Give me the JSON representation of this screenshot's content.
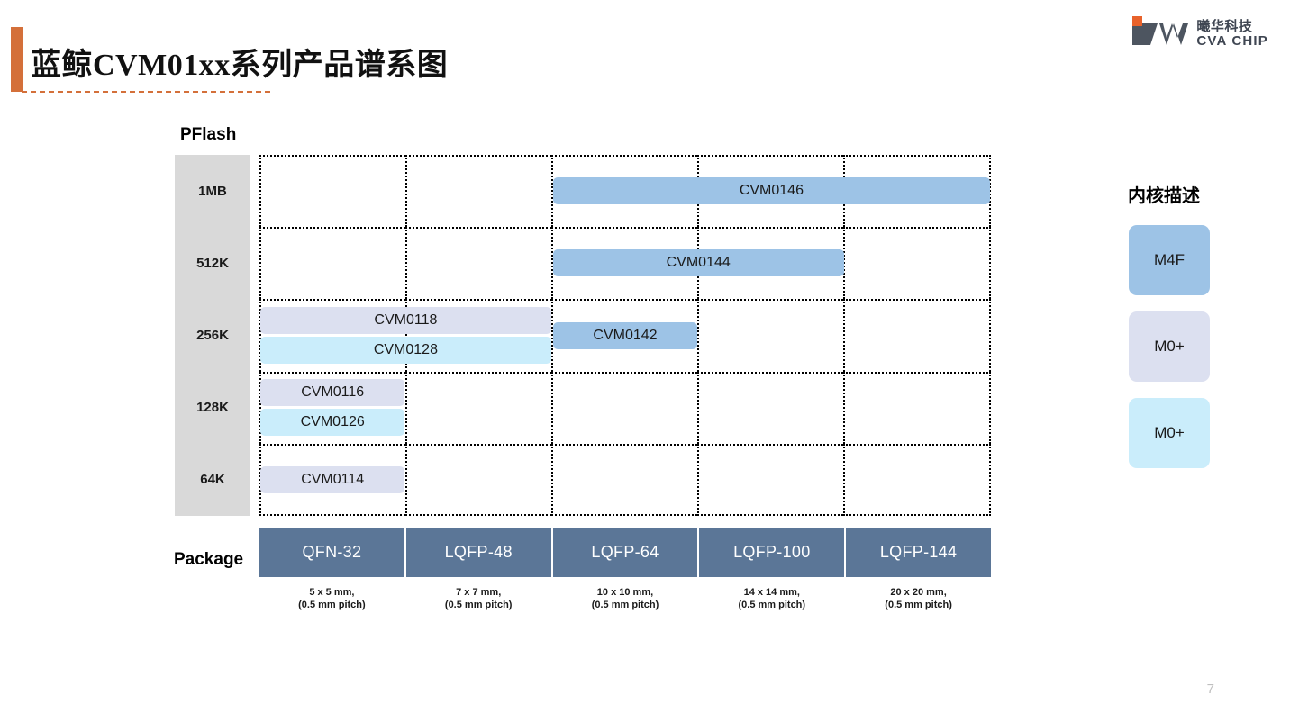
{
  "header": {
    "title": "蓝鲸CVM01xx系列产品谱系图",
    "accent_color": "#D4703A",
    "logo": {
      "name_cn": "曦华科技",
      "name_en": "CVA CHIP",
      "mark_color": "#4D5560",
      "accent_square_color": "#E8622B"
    }
  },
  "chart_data": {
    "type": "table",
    "title": "蓝鲸CVM01xx系列产品谱系图",
    "xlabel": "Package",
    "ylabel": "PFlash",
    "categories": [
      "QFN-32",
      "LQFP-48",
      "LQFP-64",
      "LQFP-100",
      "LQFP-144"
    ],
    "y_categories": [
      "1MB",
      "512K",
      "256K",
      "128K",
      "64K"
    ],
    "grid": "dotted",
    "legend_position": "right",
    "items": [
      {
        "label": "CVM0146",
        "flash": "1MB",
        "col_start": 3,
        "col_end": 5,
        "core": "M4F",
        "color": "#9DC3E6",
        "row": 0,
        "offset": 0
      },
      {
        "label": "CVM0144",
        "flash": "512K",
        "col_start": 3,
        "col_end": 4,
        "core": "M4F",
        "color": "#9DC3E6",
        "row": 1,
        "offset": 0
      },
      {
        "label": "CVM0118",
        "flash": "256K",
        "col_start": 1,
        "col_end": 2,
        "core": "M0+",
        "color": "#DCE0F0",
        "row": 2,
        "offset": -17
      },
      {
        "label": "CVM0128",
        "flash": "256K",
        "col_start": 1,
        "col_end": 2,
        "core": "M0+",
        "color": "#CAEDFB",
        "row": 2,
        "offset": 16
      },
      {
        "label": "CVM0142",
        "flash": "256K",
        "col_start": 3,
        "col_end": 3,
        "core": "M4F",
        "color": "#9DC3E6",
        "row": 2,
        "offset": 0
      },
      {
        "label": "CVM0116",
        "flash": "128K",
        "col_start": 1,
        "col_end": 1,
        "core": "M0+",
        "color": "#DCE0F0",
        "row": 3,
        "offset": -17
      },
      {
        "label": "CVM0126",
        "flash": "128K",
        "col_start": 1,
        "col_end": 1,
        "core": "M0+",
        "color": "#CAEDFB",
        "row": 3,
        "offset": 16
      },
      {
        "label": "CVM0114",
        "flash": "64K",
        "col_start": 1,
        "col_end": 1,
        "core": "M0+",
        "color": "#DCE0F0",
        "row": 4,
        "offset": 0
      }
    ]
  },
  "axis": {
    "pflash_label": "PFlash",
    "pflash_ticks": [
      "1MB",
      "512K",
      "256K",
      "128K",
      "64K"
    ],
    "package_label": "Package",
    "packages": [
      {
        "name": "QFN-32",
        "dim_line1": "5 x 5 mm,",
        "dim_line2": "(0.5 mm pitch)"
      },
      {
        "name": "LQFP-48",
        "dim_line1": "7 x 7 mm,",
        "dim_line2": "(0.5 mm pitch)"
      },
      {
        "name": "LQFP-64",
        "dim_line1": "10 x 10 mm,",
        "dim_line2": "(0.5 mm pitch)"
      },
      {
        "name": "LQFP-100",
        "dim_line1": "14 x 14 mm,",
        "dim_line2": "(0.5 mm pitch)"
      },
      {
        "name": "LQFP-144",
        "dim_line1": "20 x 20 mm,",
        "dim_line2": "(0.5 mm pitch)"
      }
    ],
    "scale_color": "#D9D9D9",
    "package_cell_color": "#5B7697"
  },
  "legend": {
    "title": "内核描述",
    "items": [
      {
        "label": "M4F",
        "color": "#9DC3E6"
      },
      {
        "label": "M0+",
        "color": "#DCE0F0"
      },
      {
        "label": "M0+",
        "color": "#CAEDFB"
      }
    ]
  },
  "footer": {
    "page_number": "7"
  }
}
